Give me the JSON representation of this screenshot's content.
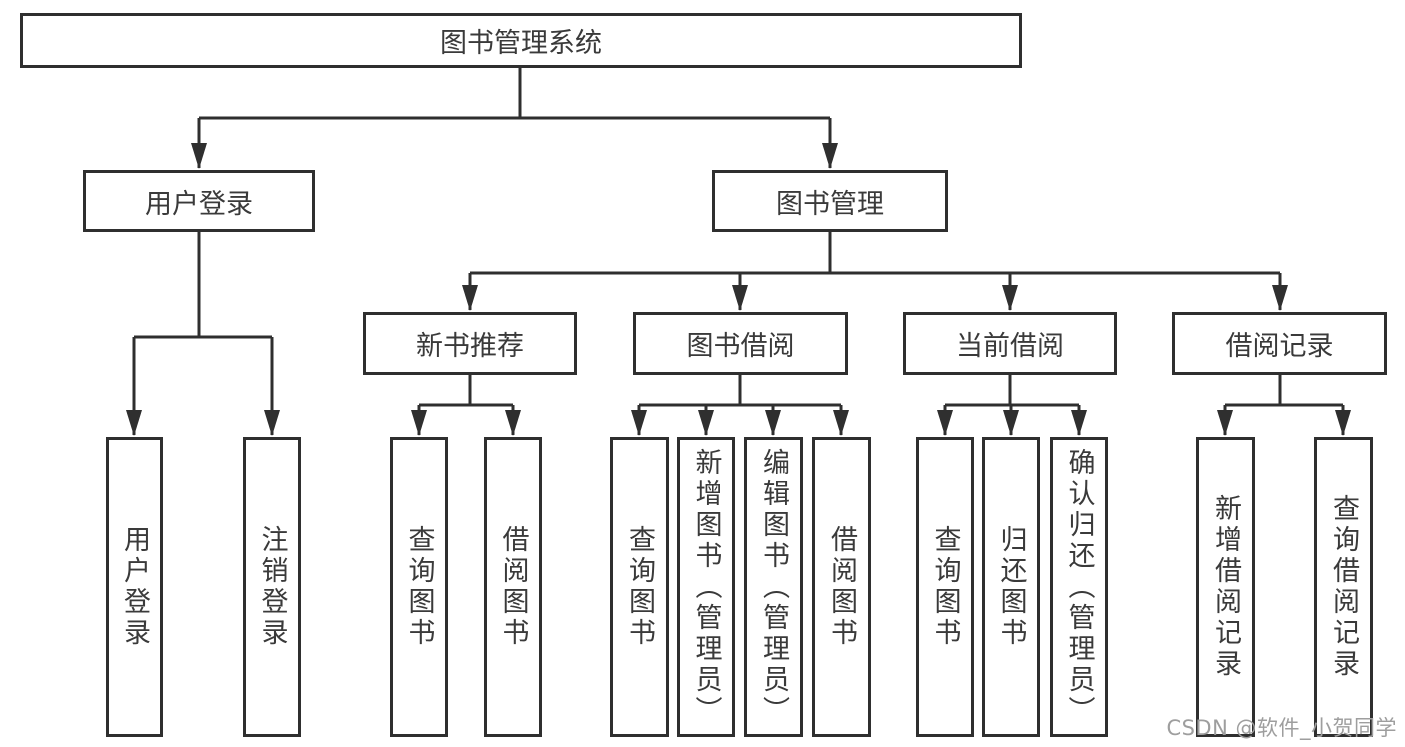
{
  "tree": {
    "label": "图书管理系统",
    "children": [
      {
        "label": "用户登录",
        "children": [
          {
            "label": "用户登录"
          },
          {
            "label": "注销登录"
          }
        ]
      },
      {
        "label": "图书管理",
        "children": [
          {
            "label": "新书推荐",
            "children": [
              {
                "label": "查询图书"
              },
              {
                "label": "借阅图书"
              }
            ]
          },
          {
            "label": "图书借阅",
            "children": [
              {
                "label": "查询图书"
              },
              {
                "label": "新增图书（管理员）"
              },
              {
                "label": "编辑图书（管理员）"
              },
              {
                "label": "借阅图书"
              }
            ]
          },
          {
            "label": "当前借阅",
            "children": [
              {
                "label": "查询图书"
              },
              {
                "label": "归还图书"
              },
              {
                "label": "确认归还（管理员）"
              }
            ]
          },
          {
            "label": "借阅记录",
            "children": [
              {
                "label": "新增借阅记录"
              },
              {
                "label": "查询借阅记录"
              }
            ]
          }
        ]
      }
    ]
  },
  "watermark": {
    "text": "CSDN @软件_小贺同学"
  },
  "colors": {
    "line": "#2f2f2f",
    "text": "#3a3a3a",
    "watermark": "#9e9e9e",
    "background": "#ffffff"
  }
}
